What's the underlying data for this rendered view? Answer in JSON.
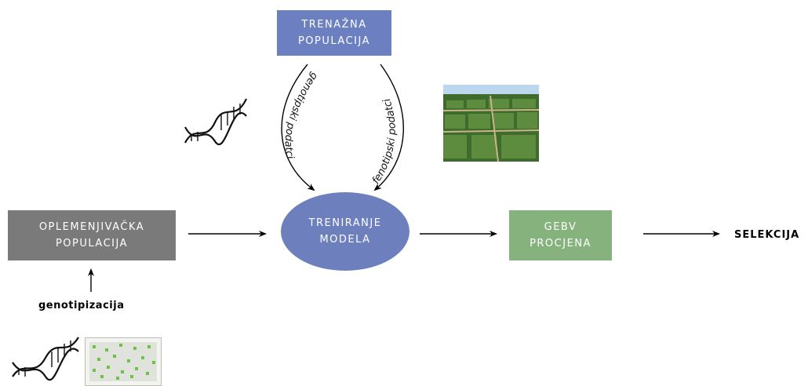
{
  "colors": {
    "training_box": "#6b7fc1",
    "breeding_box": "#7a7a7a",
    "model_ellipse": "#6e7fbd",
    "gebv_box": "#86b27d",
    "arrow": "#000000"
  },
  "nodes": {
    "training_population": "TRENAŽNA\nPOPULACIJA",
    "breeding_population": "OPLEMENJIVAČKA\nPOPULACIJA",
    "model_training": "TRENIRANJE\nMODELA",
    "gebv_estimate": "GEBV\nPROCJENA",
    "selection": "SELEKCIJA"
  },
  "edge_labels": {
    "genotypic_data": "genotipski podatci",
    "phenotypic_data": "fenotipski podatci",
    "genotyping": "genotipizacija"
  },
  "icons": [
    "dna-helix-icon",
    "field-plots-photo",
    "snp-array-chip-icon"
  ]
}
